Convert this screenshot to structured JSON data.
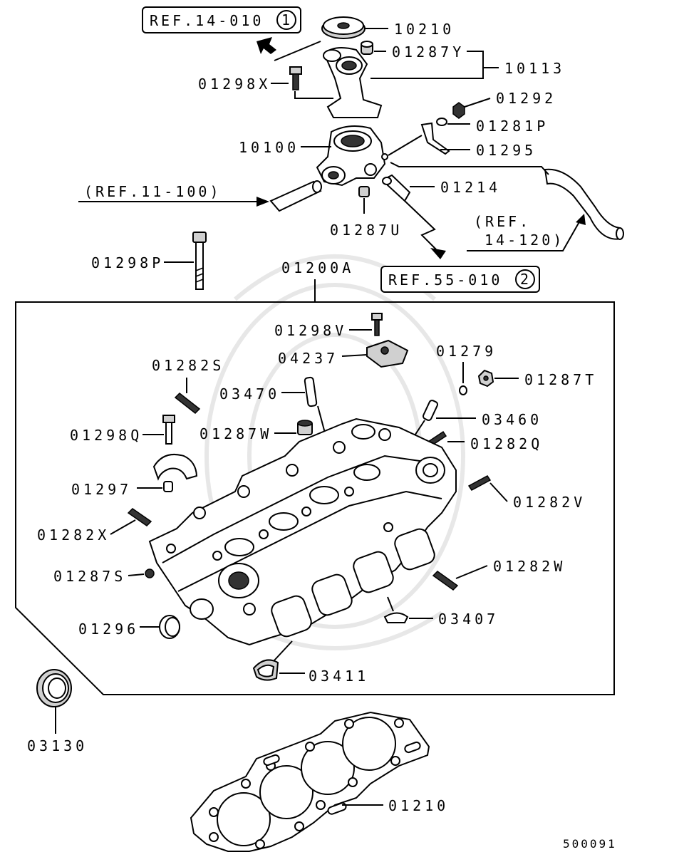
{
  "labels": {
    "p10210": "10210",
    "p01287Y": "01287Y",
    "p10113": "10113",
    "p01298X": "01298X",
    "p01292": "01292",
    "p01281P": "01281P",
    "p10100": "10100",
    "p01295": "01295",
    "p01214": "01214",
    "p01287U": "01287U",
    "p01298P": "01298P",
    "p01200A": "01200A",
    "p01298V": "01298V",
    "p04237": "04237",
    "p01279": "01279",
    "p01282S": "01282S",
    "p01287T": "01287T",
    "p03470": "03470",
    "p03460": "03460",
    "p01298Q": "01298Q",
    "p01287W": "01287W",
    "p01282Q": "01282Q",
    "p01297": "01297",
    "p01282V": "01282V",
    "p01282X": "01282X",
    "p01282W": "01282W",
    "p01287S": "01287S",
    "p03407": "03407",
    "p01296": "01296",
    "p03411": "03411",
    "p03130": "03130",
    "p01210": "01210"
  },
  "refs": {
    "ref1_text": "REF.14-010",
    "ref1_num": "1",
    "ref2_text": "REF.55-010",
    "ref2_num": "2",
    "ref3": "(REF.11-100)",
    "ref4_line1": "(REF.",
    "ref4_line2": "14-120)"
  },
  "diagram_code": "500091"
}
